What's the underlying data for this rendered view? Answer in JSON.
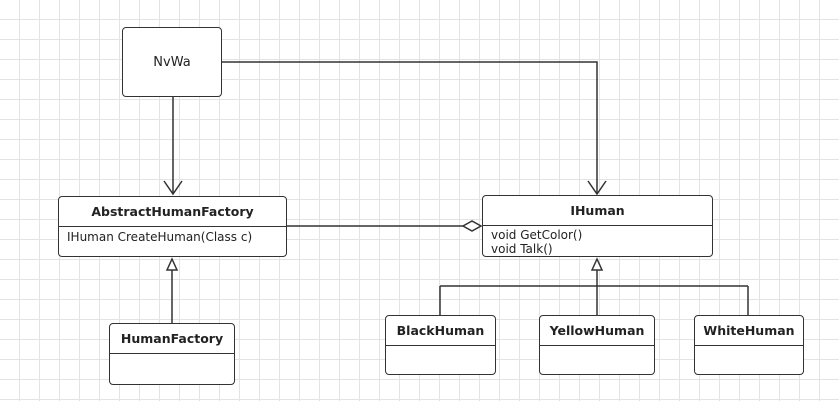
{
  "diagram": {
    "nvwa": {
      "name": "NvWa"
    },
    "abstract_factory": {
      "name": "AbstractHumanFactory",
      "methods": [
        "IHuman CreateHuman(Class c)"
      ]
    },
    "human_factory": {
      "name": "HumanFactory"
    },
    "ihuman": {
      "name": "IHuman",
      "methods": [
        "void GetColor()",
        "void Talk()"
      ]
    },
    "black_human": {
      "name": "BlackHuman"
    },
    "yellow_human": {
      "name": "YellowHuman"
    },
    "white_human": {
      "name": "WhiteHuman"
    }
  }
}
